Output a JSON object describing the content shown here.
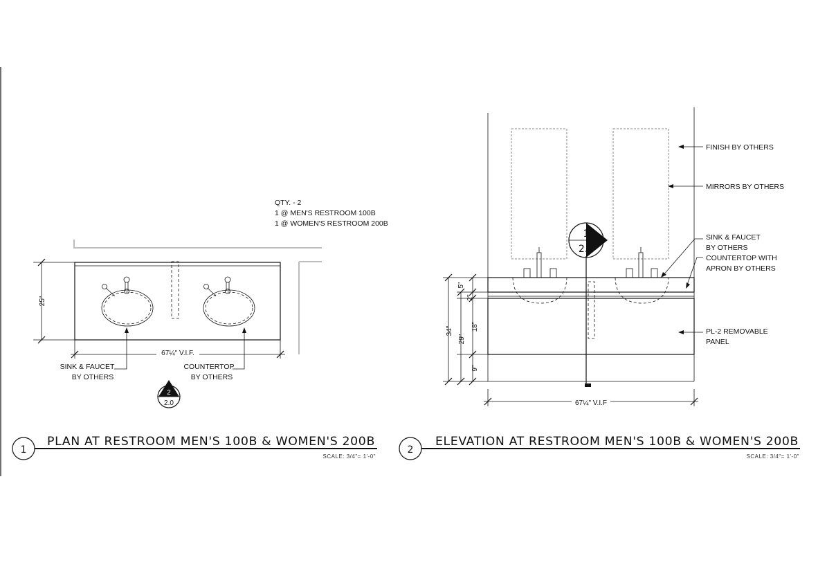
{
  "plan": {
    "qty_note": [
      "QTY. - 2",
      "1 @ MEN'S RESTROOM 100B",
      "1 @ WOMEN'S RESTROOM 200B"
    ],
    "dim_width": "67¼\" V.I.F.",
    "dim_depth": "25\"",
    "label_sink": [
      "SINK & FAUCET",
      "BY OTHERS"
    ],
    "label_countertop": [
      "COUNTERTOP",
      "BY OTHERS"
    ],
    "section_marker": {
      "top": "2",
      "bottom": "2.0"
    },
    "detail_number": "1",
    "title": "PLAN AT RESTROOM MEN'S 100B & WOMEN'S 200B",
    "scale": "SCALE: 3/4\"= 1'-0\""
  },
  "elevation": {
    "label_finish": "FINISH BY OTHERS",
    "label_mirrors": "MIRRORS BY OTHERS",
    "label_sink": [
      "SINK & FAUCET",
      "BY OTHERS"
    ],
    "label_countertop": [
      "COUNTERTOP WITH",
      "APRON BY OTHERS"
    ],
    "label_panel": [
      "PL-2 REMOVABLE",
      "PANEL"
    ],
    "section_marker": {
      "top": "1",
      "bottom": "2.1"
    },
    "dim_width": "67¼\" V.I.F",
    "dim_34": "34\"",
    "dim_29": "29\"",
    "dim_5": "5\"",
    "dim_2": "2\"",
    "dim_18": "18\"",
    "dim_9": "9\"",
    "detail_number": "2",
    "title": "ELEVATION AT RESTROOM MEN'S 100B & WOMEN'S 200B",
    "scale": "SCALE: 3/4\"= 1'-0\""
  }
}
